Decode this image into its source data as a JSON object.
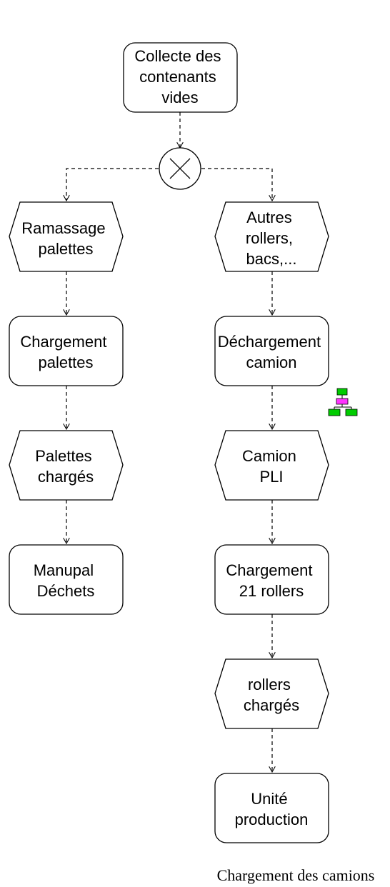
{
  "diagram": {
    "caption": "Chargement des camions",
    "nodes": {
      "collecte": [
        "Collecte des",
        "contenants",
        "vides"
      ],
      "ramassage": [
        "Ramassage",
        "palettes"
      ],
      "autres": [
        "Autres",
        "rollers,",
        "bacs,..."
      ],
      "chargement_palettes": [
        "Chargement",
        "palettes"
      ],
      "dechargement": [
        "Déchargement",
        "camion"
      ],
      "palettes_charges": [
        "Palettes",
        "chargés"
      ],
      "camion_pli": [
        "Camion",
        "PLI"
      ],
      "manupal": [
        "Manupal",
        "Déchets"
      ],
      "chargement_rollers": [
        "Chargement",
        "21 rollers"
      ],
      "rollers_charges": [
        "rollers",
        "chargés"
      ],
      "unite": [
        "Unité",
        "production"
      ]
    },
    "colors": {
      "stroke": "#000000",
      "icon_green": "#00cc00",
      "icon_magenta": "#ff33ff"
    },
    "icons": [
      "xor-connector-icon",
      "hierarchy-icon"
    ]
  }
}
